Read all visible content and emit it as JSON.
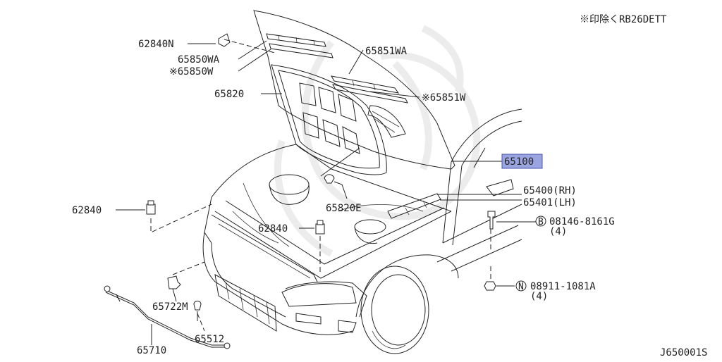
{
  "note": "※印除くRB26DETT",
  "diagram_code": "J650001S",
  "parts": {
    "p62840N": "62840N",
    "p65850WA": "65850WA",
    "p65850W": "※65850W",
    "p65851WA": "65851WA",
    "p65820": "65820",
    "p65851W": "※65851W",
    "p65100": "65100",
    "p65400": "65400(RH)",
    "p65401": "65401(LH)",
    "p62840_left": "62840",
    "p65820E": "65820E",
    "p62840_center": "62840",
    "p08146": "08146-8161G",
    "p08146_qty": "(4)",
    "p08146_mark": "B",
    "p08911": "08911-1081A",
    "p08911_qty": "(4)",
    "p08911_mark": "N",
    "p65722M": "65722M",
    "p65512": "65512",
    "p65710": "65710"
  },
  "colors": {
    "highlight": "#9aa4e0",
    "line": "#222222"
  }
}
